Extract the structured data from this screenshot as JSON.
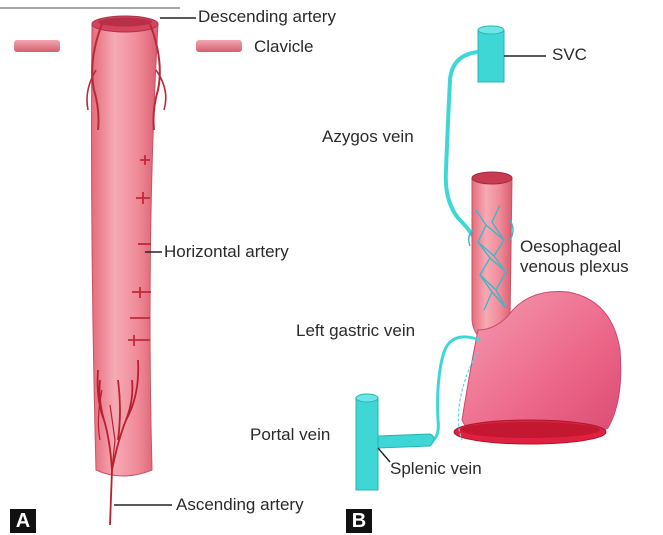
{
  "panels": {
    "a": "A",
    "b": "B"
  },
  "labels": {
    "descending_artery": "Descending artery",
    "clavicle": "Clavicle",
    "horizontal_artery": "Horizontal artery",
    "ascending_artery": "Ascending artery",
    "svc": "SVC",
    "azygos_vein": "Azygos vein",
    "oesophageal_venous_plexus_line1": "Oesophageal",
    "oesophageal_venous_plexus_line2": "venous plexus",
    "left_gastric_vein": "Left gastric vein",
    "portal_vein": "Portal vein",
    "splenic_vein": "Splenic vein"
  },
  "colors": {
    "tissue": "#f08a98",
    "tissue_light": "#f6b2bc",
    "artery": "#cc2233",
    "vein": "#3fd6d6",
    "stomach": "#ee6a88",
    "leader": "#222222"
  }
}
